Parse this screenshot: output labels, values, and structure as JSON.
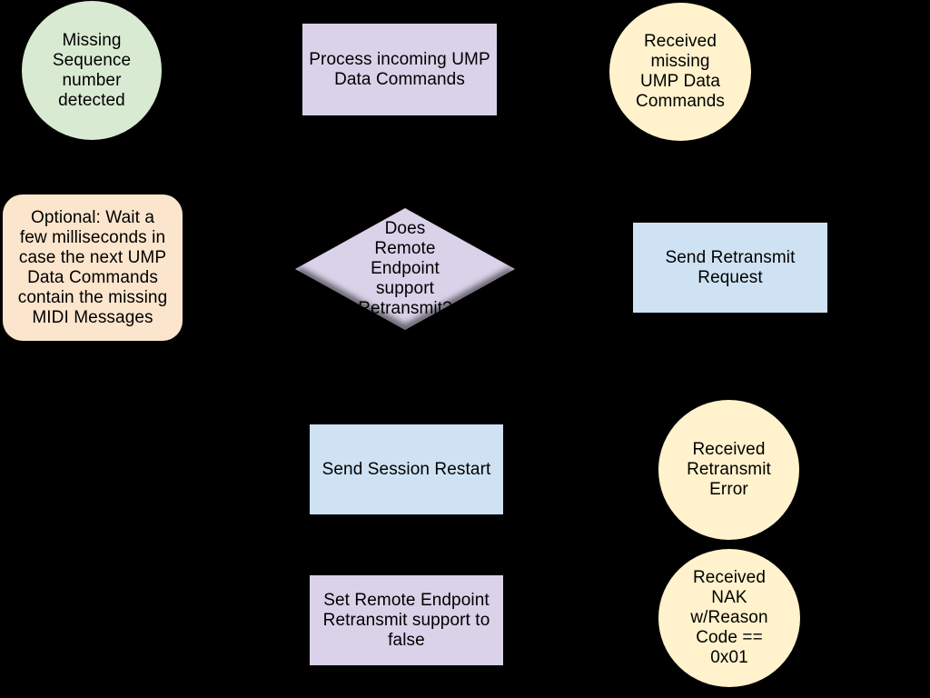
{
  "diagram": {
    "type": "flowchart",
    "description": "UMP Data Command retransmit flow on black background; connectors not visible"
  },
  "colors": {
    "background": "#000000",
    "text": "#000000",
    "green": "#d9ead3",
    "purple": "#d9d2e9",
    "cream": "#fff2cc",
    "peach": "#fce5cd",
    "blue": "#cfe2f3"
  },
  "nodes": [
    {
      "id": "missing-sequence-detected",
      "shape": "circle",
      "fill": "#d9ead3",
      "label": "Missing\nSequence\nnumber\ndetected"
    },
    {
      "id": "process-incoming-ump-data-commands",
      "shape": "rect",
      "fill": "#d9d2e9",
      "label": "Process incoming UMP\nData Commands"
    },
    {
      "id": "received-missing-ump-data-commands",
      "shape": "circle",
      "fill": "#fff2cc",
      "label": "Received\nmissing\nUMP Data\nCommands"
    },
    {
      "id": "optional-wait-milliseconds",
      "shape": "rounded-rect",
      "fill": "#fce5cd",
      "label": "Optional: Wait a\nfew milliseconds in\ncase the next UMP\nData Commands\ncontain the missing\nMIDI Messages"
    },
    {
      "id": "does-remote-endpoint-support-retransmit",
      "shape": "diamond",
      "fill": "#d9d2e9",
      "label": "Does\nRemote\nEndpoint\nsupport\nRetransmit?"
    },
    {
      "id": "send-retransmit-request",
      "shape": "rect",
      "fill": "#cfe2f3",
      "label": "Send Retransmit\nRequest"
    },
    {
      "id": "send-session-restart",
      "shape": "rect",
      "fill": "#cfe2f3",
      "label": "Send Session Restart"
    },
    {
      "id": "received-retransmit-error",
      "shape": "circle",
      "fill": "#fff2cc",
      "label": "Received\nRetransmit\nError"
    },
    {
      "id": "set-remote-endpoint-retransmit-support-false",
      "shape": "rect",
      "fill": "#d9d2e9",
      "label": "Set Remote Endpoint\nRetransmit support to\nfalse"
    },
    {
      "id": "received-nak-reason-code-0x01",
      "shape": "circle",
      "fill": "#fff2cc",
      "label": "Received\nNAK\nw/Reason\nCode ==\n0x01"
    }
  ]
}
